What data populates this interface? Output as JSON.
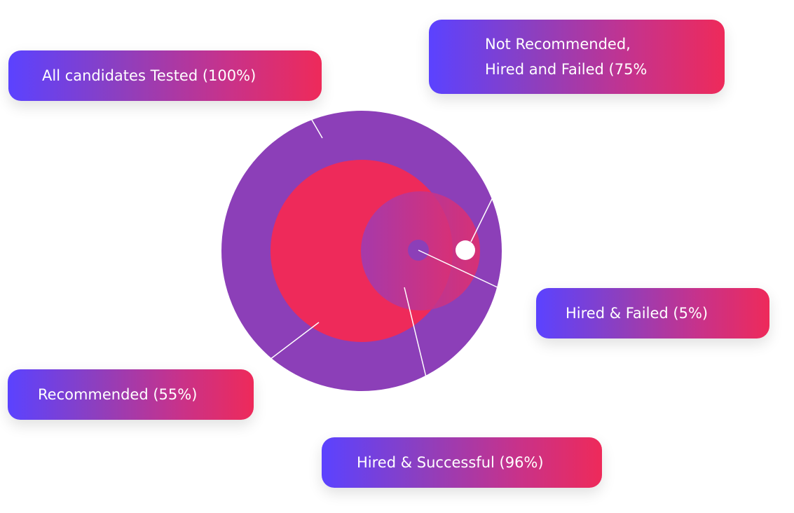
{
  "labels": {
    "all": "All candidates Tested (100%)",
    "not_rec_1": "Not Recommended,",
    "not_rec_2": "Hired and Failed (75%",
    "hired_failed": "Hired & Failed (5%)",
    "recommended": "Recommended (55%)",
    "hired_success": "Hired & Successful (96%)"
  },
  "colors": {
    "outer": "#8c3fb8",
    "recommended": "#ee2a5a",
    "gradient_start": "#5b42ff",
    "gradient_end": "#ee2a5a"
  }
}
